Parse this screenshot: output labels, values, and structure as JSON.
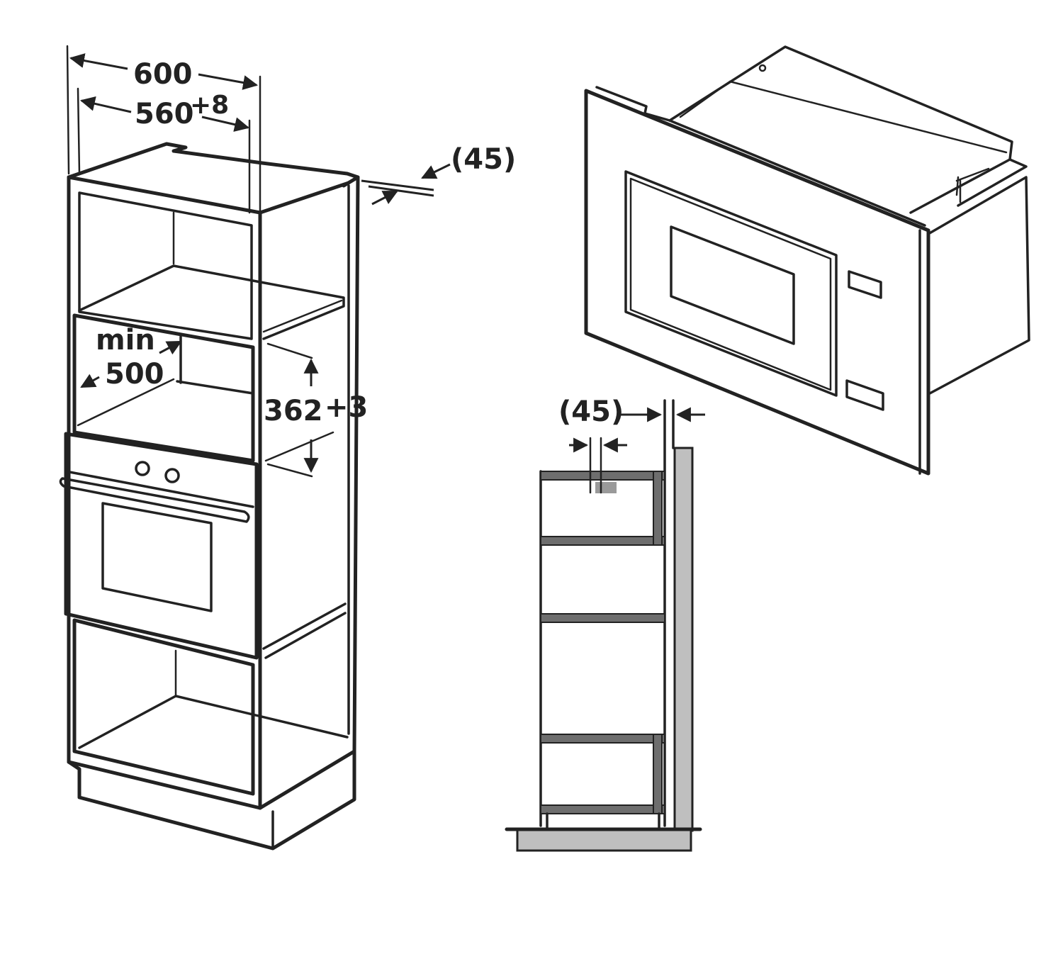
{
  "dimensions": {
    "width_outer": "600",
    "width_inner": "560",
    "width_inner_tol": "+8",
    "depth_gap_top": "(45)",
    "min_label": "min",
    "min_depth": "500",
    "niche_height": "362",
    "niche_height_tol": "+3",
    "side_gap": "(45)"
  },
  "colors": {
    "line": "#222222",
    "wall_grey": "#bfbfbf",
    "background": "#ffffff"
  }
}
